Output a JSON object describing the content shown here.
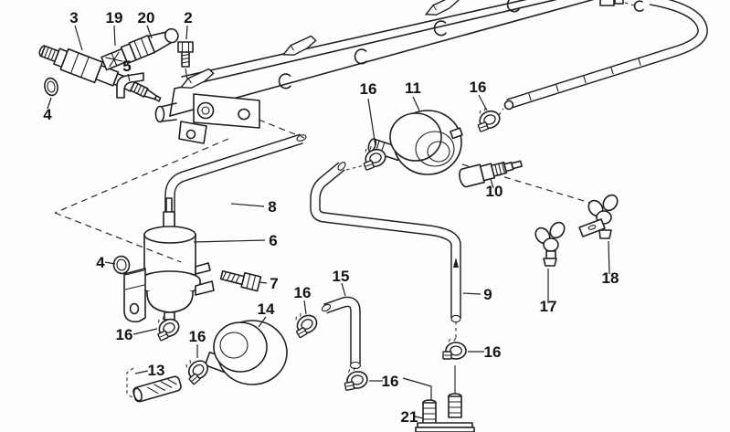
{
  "diagram": {
    "kind": "exploded-parts-line-drawing",
    "colors": {
      "background": "#fdfdfc",
      "line": "#1f1f1f",
      "label": "#141414"
    }
  },
  "callouts": [
    {
      "label": "3"
    },
    {
      "label": "19"
    },
    {
      "label": "20"
    },
    {
      "label": "2"
    },
    {
      "label": "5"
    },
    {
      "label": "4"
    },
    {
      "label": "16"
    },
    {
      "label": "11"
    },
    {
      "label": "16"
    },
    {
      "label": "10"
    },
    {
      "label": "8"
    },
    {
      "label": "6"
    },
    {
      "label": "4"
    },
    {
      "label": "7"
    },
    {
      "label": "14"
    },
    {
      "label": "15"
    },
    {
      "label": "16"
    },
    {
      "label": "16"
    },
    {
      "label": "13"
    },
    {
      "label": "16"
    },
    {
      "label": "16"
    },
    {
      "label": "21"
    },
    {
      "label": "9"
    },
    {
      "label": "17"
    },
    {
      "label": "16"
    },
    {
      "label": "18"
    }
  ]
}
